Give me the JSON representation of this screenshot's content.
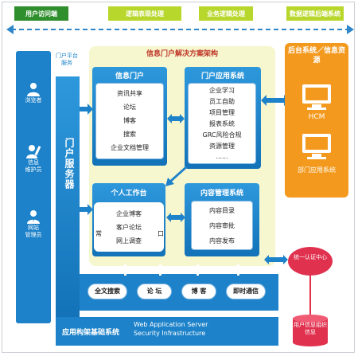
{
  "stages": [
    {
      "label": "用户访问端"
    },
    {
      "label": "逻辑表现处理"
    },
    {
      "label": "业务逻辑处理"
    },
    {
      "label": "数据逻辑后端系统"
    }
  ],
  "users": [
    {
      "label": "浏览者",
      "icon": "person-icon"
    },
    {
      "label": "信息\n维护员",
      "icon": "pen-icon"
    },
    {
      "label": "网站\n管理员",
      "icon": "admin-icon"
    }
  ],
  "portal_platform": {
    "label": "门户平台服务"
  },
  "portal_server": {
    "label": "门户服务器"
  },
  "solution_title": "信息门户解决方案架构",
  "info_portal": {
    "title": "信息门户",
    "items": [
      "资讯共享",
      "论坛",
      "博客",
      "搜索",
      "企业文档管理"
    ]
  },
  "portal_apps": {
    "title": "门户应用系统",
    "items": [
      "企业学习",
      "员工自助",
      "项目管理",
      "报表系统",
      "GRC风险合规",
      "资源管理",
      "......"
    ]
  },
  "personal_workbench": {
    "title": "个人工作台",
    "items": [
      "企业博客",
      "客户论坛",
      "网上调查"
    ],
    "left_char": "常",
    "right_char": "口"
  },
  "content_mgmt": {
    "title": "内容管理系统",
    "items": [
      "内容目录",
      "内容审批",
      "内容发布"
    ]
  },
  "backend": {
    "title": "后台系统／信息资源",
    "items": [
      "HCM",
      "部门应用系统"
    ]
  },
  "services": [
    "全文搜索",
    "论 坛",
    "博 客",
    "即时通信"
  ],
  "foundation": {
    "label": "应用构架基础系统",
    "en_line1": "Web Application Server",
    "en_line2": "Security Infrastructure"
  },
  "auth": {
    "label": "统一认证中心"
  },
  "org_db": {
    "label": "用户信息组织信息"
  },
  "colors": {
    "blue": "#1d82c9",
    "orange": "#f39a1e",
    "pale": "#f6f6cf",
    "red": "#e0314f"
  }
}
